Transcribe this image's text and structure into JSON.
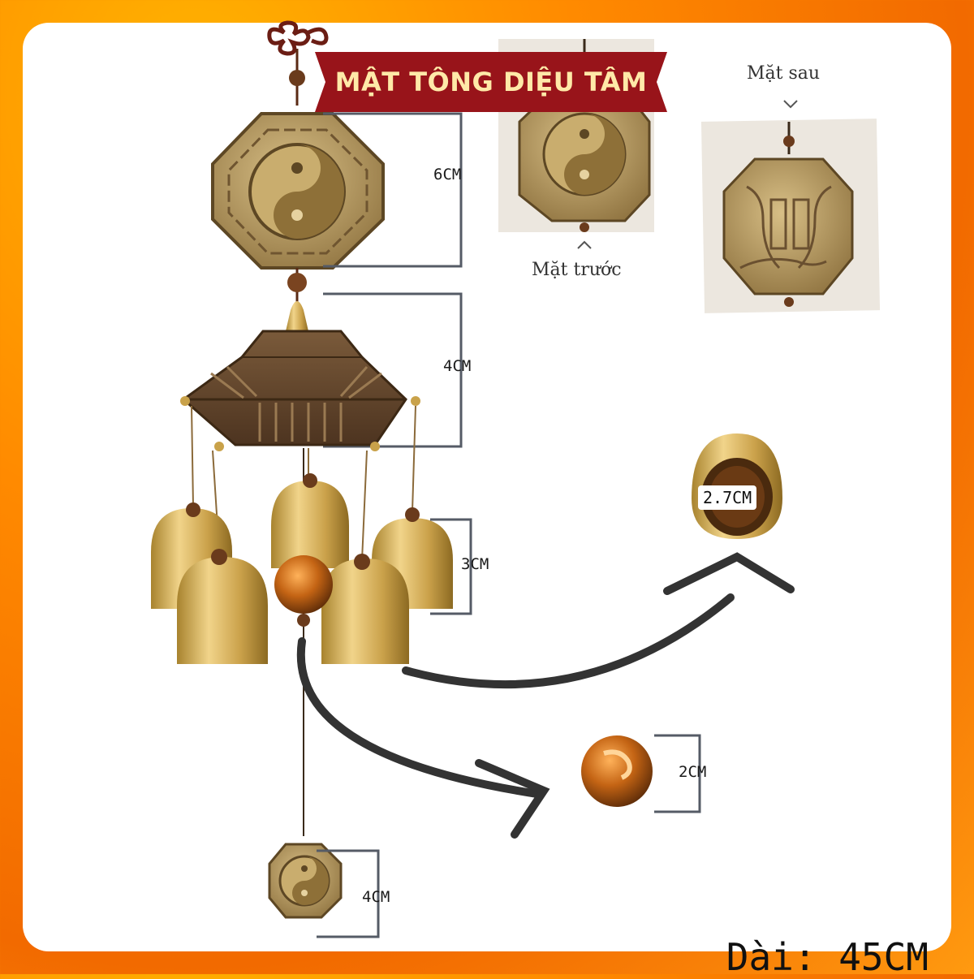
{
  "banner": {
    "text": "MẬT TÔNG DIỆU TÂM"
  },
  "dimensions": {
    "top_disc": "6CM",
    "pagoda": "4CM",
    "bell": "3CM",
    "bell_mouth": "2.7CM",
    "bead": "2CM",
    "bottom_disc": "4CM"
  },
  "views": {
    "front": "Mặt trước",
    "back": "Mặt sau"
  },
  "total_length": "Dài: 45CM",
  "icons": [
    "yin-yang-icon",
    "pagoda-icon",
    "bell-icon",
    "bead-icon",
    "arrow-icon",
    "chinese-knot-icon"
  ],
  "colors": {
    "background": "#ff8a00",
    "banner": "#98141a",
    "banner_text": "#ffe9a8",
    "brass": "#c9a24a",
    "bronze": "#6b4a2e",
    "bead": "#b85a10"
  }
}
